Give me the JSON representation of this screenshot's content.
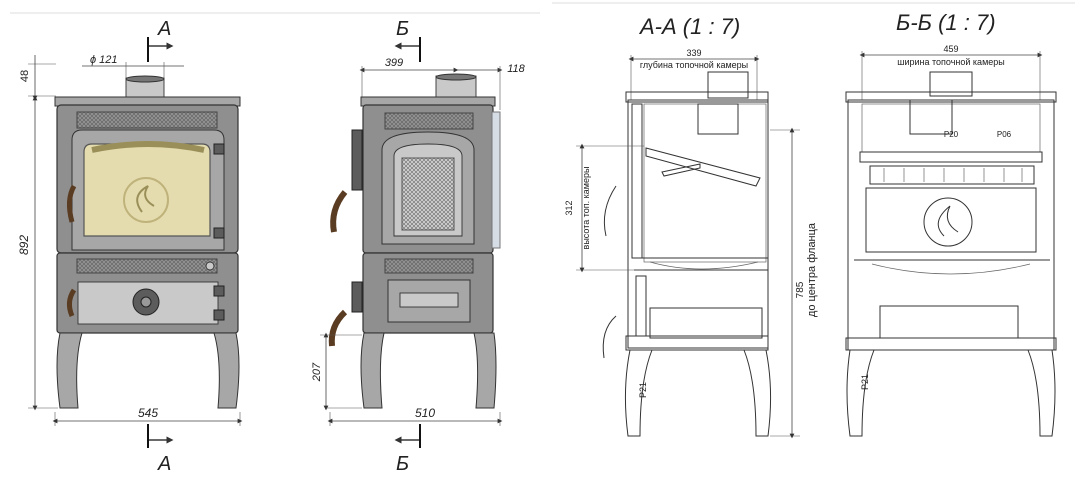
{
  "front_view": {
    "dims": {
      "top_offset": "48",
      "flue_diameter": "ϕ 121",
      "height": "892",
      "width": "545"
    },
    "section_label_top": "А",
    "section_label_bottom": "А"
  },
  "side_view": {
    "dims": {
      "flue_offset": "399",
      "rear_offset": "118",
      "leg_height": "207",
      "depth": "510"
    },
    "section_label_top": "Б",
    "section_label_bottom": "Б"
  },
  "section_aa": {
    "title": "А-А (1 : 7)",
    "dims": {
      "chamber_depth_value": "339",
      "chamber_depth_label": "глубина топочной камеры",
      "chamber_height_value": "312",
      "chamber_height_label": "высота топ. камеры",
      "flange_height_value": "785",
      "flange_height_label": "до центра фланца"
    },
    "part_labels": [
      "P21"
    ]
  },
  "section_bb": {
    "title": "Б-Б (1 : 7)",
    "dims": {
      "chamber_width_value": "459",
      "chamber_width_label": "ширина топочной камеры"
    },
    "part_labels": [
      "P20",
      "P06",
      "P21"
    ]
  }
}
